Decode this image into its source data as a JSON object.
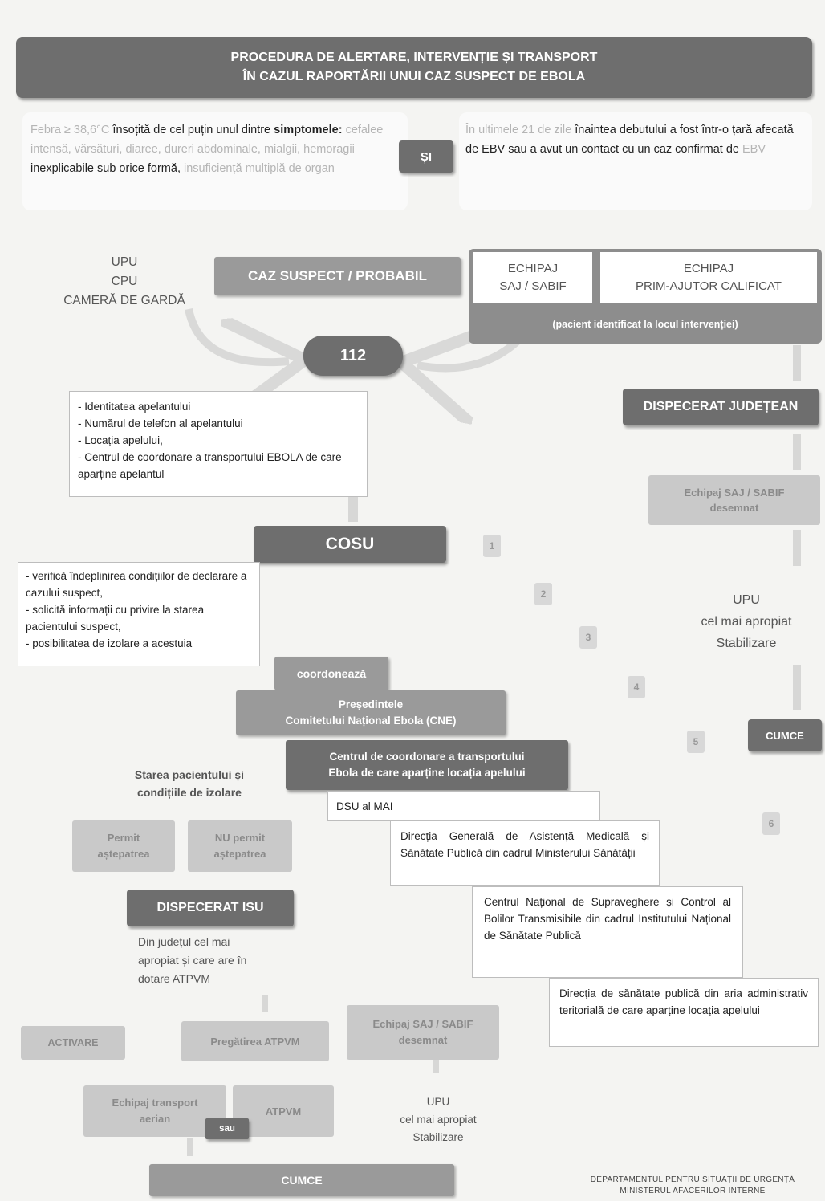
{
  "header": {
    "line1": "PROCEDURA DE ALERTARE, INTERVENȚIE ȘI TRANSPORT",
    "line2": "ÎN CAZUL RAPORTĂRII UNUI CAZ SUSPECT DE EBOLA"
  },
  "criteria": {
    "left": {
      "p1": "Febra ≥ 38,6°C",
      "p2": " însoțită de cel puțin unul dintre ",
      "p3": "simptomele: ",
      "p4": "cefalee intensă, vărsături, diaree, dureri abdominale, mialgii, ",
      "p5": "hemoragii",
      "p6": " inexplicabile sub orice formă, ",
      "p7": "insuficiență multiplă de organ"
    },
    "and_label": "ȘI",
    "right": {
      "p1": "În ultimele 21 de zile",
      "p2": " înaintea debutului a fost într-o țară afecată de EBV sau a avut un contact cu un caz confirmat de ",
      "p3": "EBV"
    }
  },
  "sources": {
    "upu_group": "UPU\nCPU\nCAMERĂ DE GARDĂ",
    "case_label": "CAZ SUSPECT / PROBABIL",
    "echipaj_saj": "ECHIPAJ\nSAJ / SABIF",
    "echipaj_prim": "ECHIPAJ\nPRIM-AJUTOR CALIFICAT",
    "patient_note": "(pacient identificat la locul intervenției)"
  },
  "call_112": "112",
  "caller_info": [
    "- Identitatea apelantului",
    "- Numărul de telefon al apelantului",
    "- Locația apelului,",
    "- Centrul de coordonare a transportului EBOLA de care aparține apelantul"
  ],
  "cosu": {
    "label": "COSU",
    "checks": [
      "- verifică îndeplinirea condițiilor de declarare a cazului suspect,",
      "- solicită informații cu privire la starea pacientului suspect,",
      "- posibilitatea de izolare a acestuia"
    ]
  },
  "coordination": {
    "verb": "coordonează",
    "president": "Președintele\nComitetului Național Ebola (CNE)",
    "centre": "Centrul de coordonare a transportului\nEbola de care aparține locația apelului"
  },
  "informed": {
    "dsu": "DSU al MAI",
    "dgas": "Direcția Generală de Asistență Medicală și Sănătate Publică din cadrul Ministerului Sănătății",
    "cnscbt": "Centrul Național de Supraveghere și Control al Bolilor Transmisibile din cadrul Institutului Național de Sănătate Publică",
    "dsp": "Direcția de sănătate publică din aria administrativ teritorială de care aparține locația apelului"
  },
  "right_branch": {
    "dispatch": "DISPECERAT JUDEȚEAN",
    "team": "Echipaj SAJ / SABIF\ndesemnat",
    "upu": "UPU\ncel mai apropiat\nStabilizare",
    "cumce": "CUMCE"
  },
  "numbers": [
    "1",
    "2",
    "3",
    "4",
    "5",
    "6"
  ],
  "left_branch": {
    "state_question": "Starea pacientului și\ncondițiile de izolare",
    "allow": "Permit\naștepatrea",
    "not_allow": "NU permit\naștepatrea",
    "isu": "DISPECERAT ISU",
    "isu_note": "Din județul cel mai\napropiat și care are în\ndotare ATPVM",
    "activare": "ACTIVARE",
    "prep": "Pregătirea ATPVM",
    "team2": "Echipaj SAJ / SABIF\ndesemnat",
    "air": "Echipaj transport\naerian",
    "sau": "sau",
    "atpvm": "ATPVM",
    "upu2": "UPU\ncel mai apropiat\nStabilizare",
    "cumce2": "CUMCE"
  },
  "footer": {
    "line1": "DEPARTAMENTUL PENTRU SITUAȚII DE URGENȚĂ",
    "line2": "MINISTERUL AFACERILOR INTERNE"
  }
}
